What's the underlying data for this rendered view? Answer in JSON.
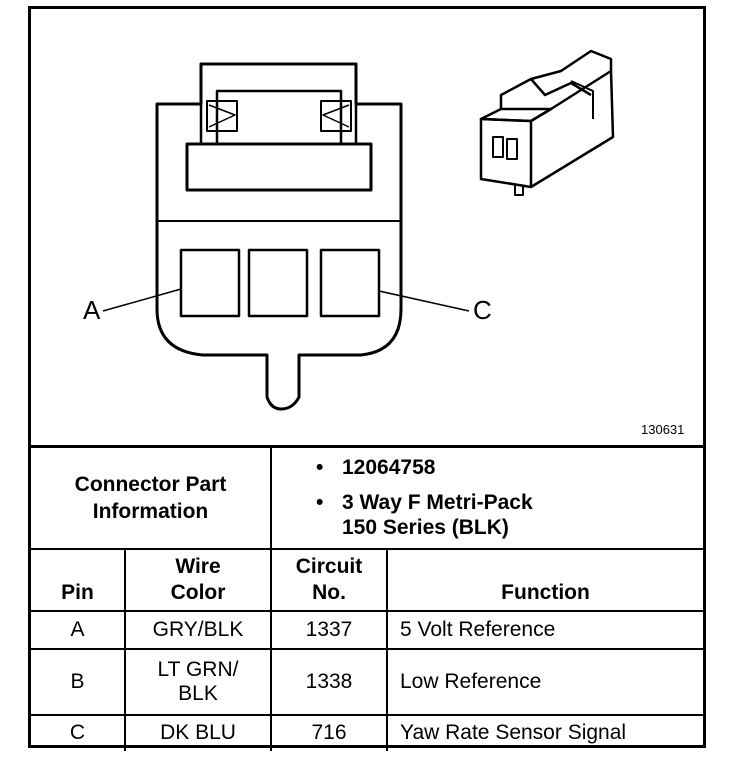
{
  "figure": {
    "id": "130631",
    "pin_labels": {
      "left": "A",
      "right": "C"
    }
  },
  "connector_info": {
    "label_line1": "Connector Part",
    "label_line2": "Information",
    "bullets": [
      {
        "bullet": "•",
        "line1": "12064758",
        "line2": ""
      },
      {
        "bullet": "•",
        "line1": "3 Way F Metri-Pack",
        "line2": "150 Series (BLK)"
      }
    ]
  },
  "table": {
    "headers": {
      "pin": "Pin",
      "wire_color_line1": "Wire",
      "wire_color_line2": "Color",
      "circuit_line1": "Circuit",
      "circuit_line2": "No.",
      "function": "Function"
    },
    "rows": [
      {
        "pin": "A",
        "color_line1": "GRY/BLK",
        "color_line2": "",
        "circuit": "1337",
        "function": "5 Volt Reference"
      },
      {
        "pin": "B",
        "color_line1": "LT GRN/",
        "color_line2": "BLK",
        "circuit": "1338",
        "function": "Low Reference"
      },
      {
        "pin": "C",
        "color_line1": "DK BLU",
        "color_line2": "",
        "circuit": "716",
        "function": "Yaw Rate Sensor Signal"
      }
    ]
  }
}
